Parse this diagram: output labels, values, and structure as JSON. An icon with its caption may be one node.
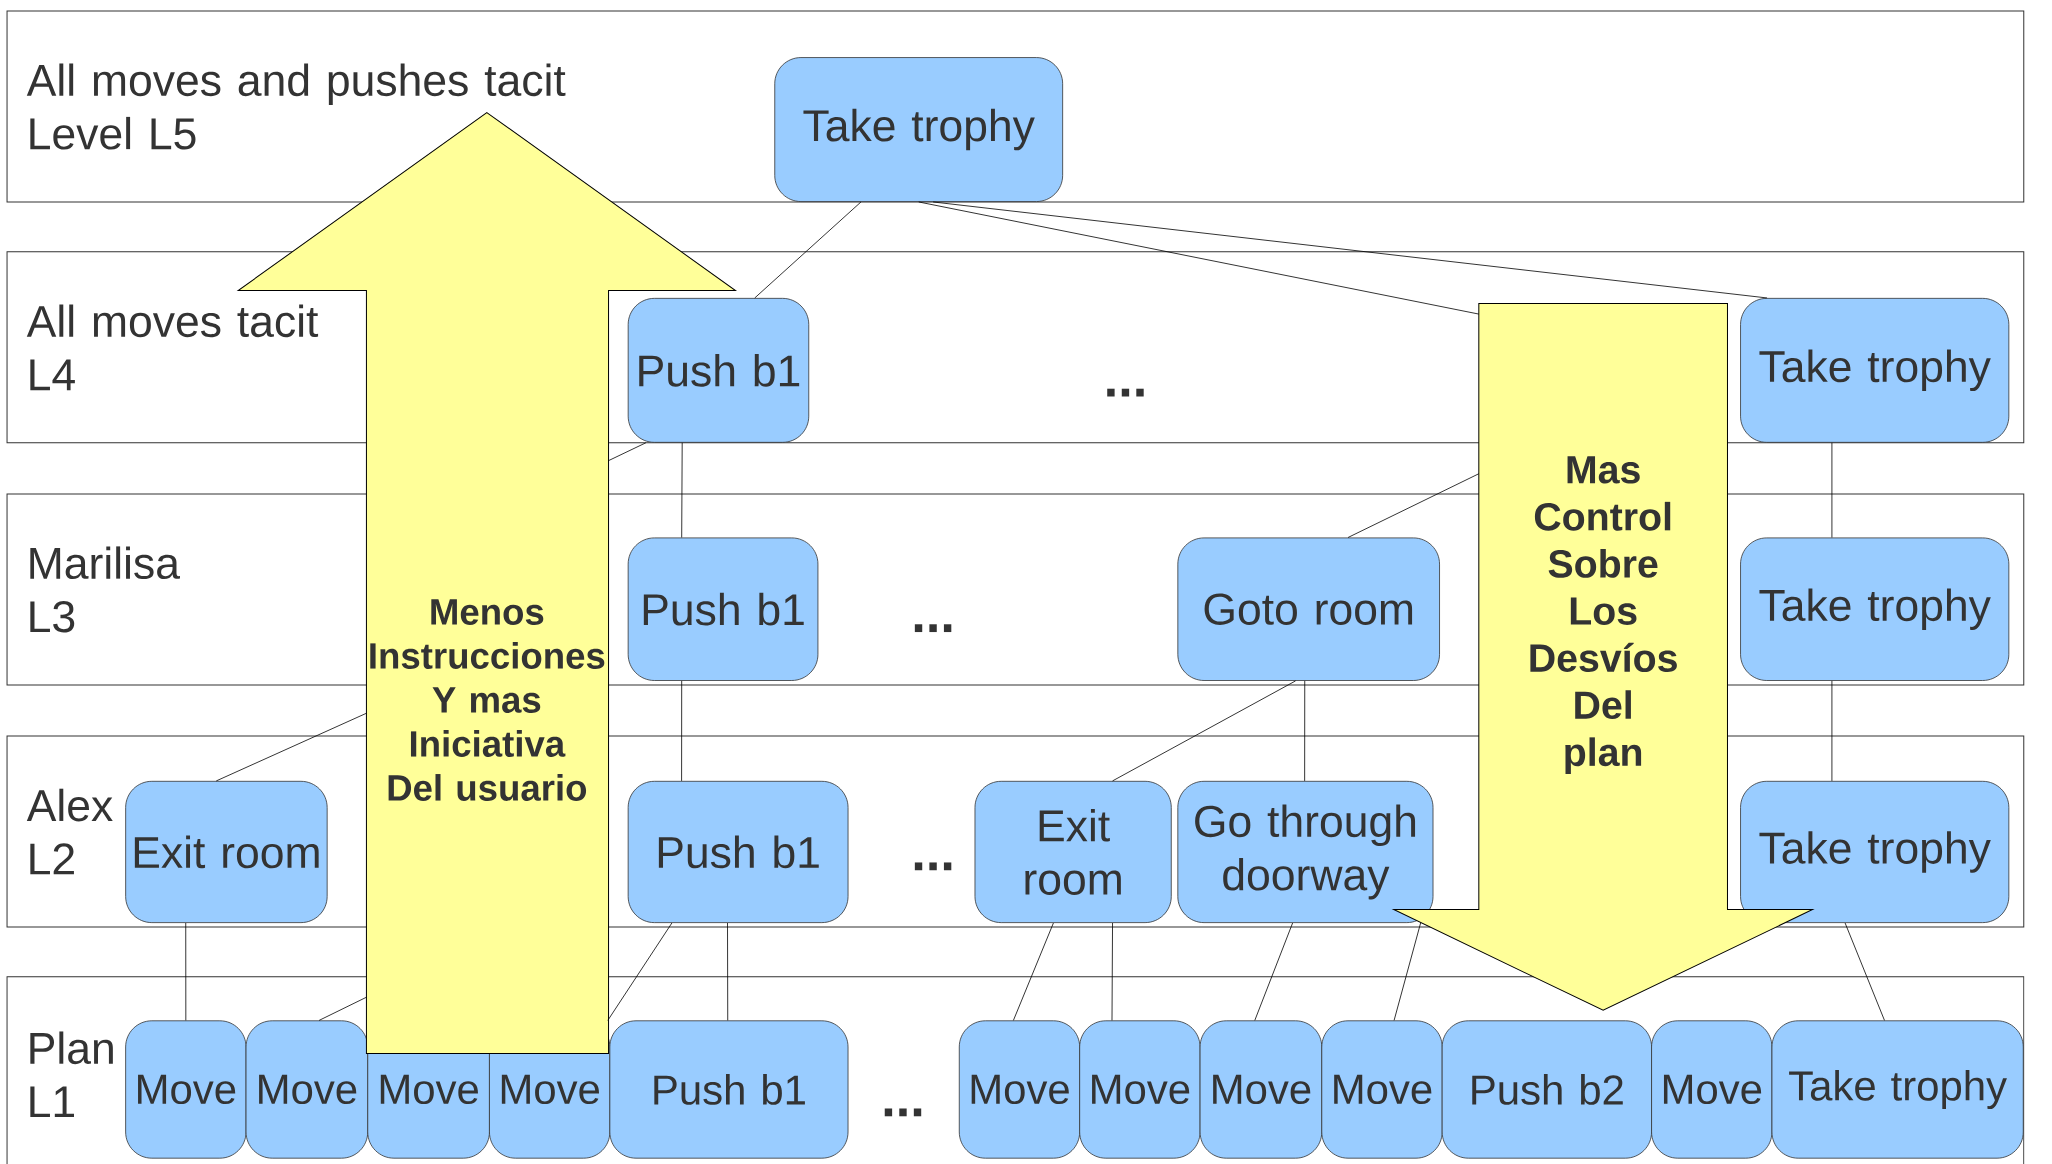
{
  "diagram": {
    "nodes": [
      {
        "text": [
          "All moves and pushes tacit",
          "Level L5"
        ]
      },
      {
        "text": [
          "Take trophy"
        ],
        "in": 0
      },
      {
        "text": [
          "All moves tacit",
          "L4"
        ]
      },
      {
        "text": [
          "Push b1"
        ],
        "in": 2
      },
      {
        "text": [
          "Take trophy"
        ],
        "in": 2
      },
      {
        "text": [
          "Marilisa",
          "L3"
        ]
      },
      {
        "text": [
          "Push b1"
        ],
        "in": 5
      },
      {
        "text": [
          "Goto room"
        ],
        "in": 5
      },
      {
        "text": [
          "Take trophy"
        ],
        "in": 5
      },
      {
        "text": [
          "Alex",
          "L2"
        ]
      },
      {
        "text": [
          "Exit room"
        ],
        "in": 9
      },
      {
        "text": [
          "Push b1"
        ],
        "in": 9
      },
      {
        "text": [
          "Exit room"
        ],
        "in": 9
      },
      {
        "text": [
          "Go through doorway"
        ],
        "in": 9
      },
      {
        "text": [
          "Take trophy"
        ],
        "in": 9
      },
      {
        "text": [
          "Plan",
          "L1"
        ]
      },
      {
        "text": [
          "Move"
        ],
        "in": 15
      },
      {
        "text": [
          "Move"
        ],
        "in": 15
      },
      {
        "text": [
          "Move"
        ],
        "in": 15
      },
      {
        "text": [
          "Move"
        ],
        "in": 15
      },
      {
        "text": [
          "Push b1"
        ],
        "in": 15
      },
      {
        "text": [
          "Move"
        ],
        "in": 15
      },
      {
        "text": [
          "Move"
        ],
        "in": 15
      },
      {
        "text": [
          "Move"
        ],
        "in": 15
      },
      {
        "text": [
          "Move"
        ],
        "in": 15
      },
      {
        "text": [
          "Push b2"
        ],
        "in": 15
      },
      {
        "text": [
          "Move"
        ],
        "in": 15
      },
      {
        "text": [
          "Take trophy"
        ],
        "in": 15
      },
      {
        "text": [
          "Menos Instrucciones Y mas Iniciativa Del usuario"
        ]
      },
      {
        "text": [
          "Mas Control Sobre Los Desvíos Del plan"
        ]
      }
    ],
    "edges": [
      {
        "from": 1,
        "to": 3,
        "arrow": "none"
      },
      {
        "from": 1,
        "to": 29,
        "arrow": "none"
      },
      {
        "from": 1,
        "to": 4,
        "arrow": "none"
      },
      {
        "from": 3,
        "to": 28,
        "arrow": "none"
      },
      {
        "from": 3,
        "to": 6,
        "arrow": "none"
      },
      {
        "from": 29,
        "to": 7,
        "arrow": "none"
      },
      {
        "from": 4,
        "to": 8,
        "arrow": "none"
      },
      {
        "from": 28,
        "to": 10,
        "arrow": "none"
      },
      {
        "from": 6,
        "to": 11,
        "arrow": "none"
      },
      {
        "from": 7,
        "to": 12,
        "arrow": "none"
      },
      {
        "from": 7,
        "to": 13,
        "arrow": "none"
      },
      {
        "from": 8,
        "to": 14,
        "arrow": "none"
      },
      {
        "from": 10,
        "to": 16,
        "arrow": "none"
      },
      {
        "from": 28,
        "to": 17,
        "arrow": "none"
      },
      {
        "from": 11,
        "to": 19,
        "arrow": "none"
      },
      {
        "from": 11,
        "to": 20,
        "arrow": "none"
      },
      {
        "from": 12,
        "to": 21,
        "arrow": "none"
      },
      {
        "from": 12,
        "to": 22,
        "arrow": "none"
      },
      {
        "from": 13,
        "to": 23,
        "arrow": "none"
      },
      {
        "from": 13,
        "to": 24,
        "arrow": "none"
      },
      {
        "from": 14,
        "to": 27,
        "arrow": "none"
      }
    ],
    "labels": [
      "...",
      "...",
      "...",
      "..."
    ]
  }
}
